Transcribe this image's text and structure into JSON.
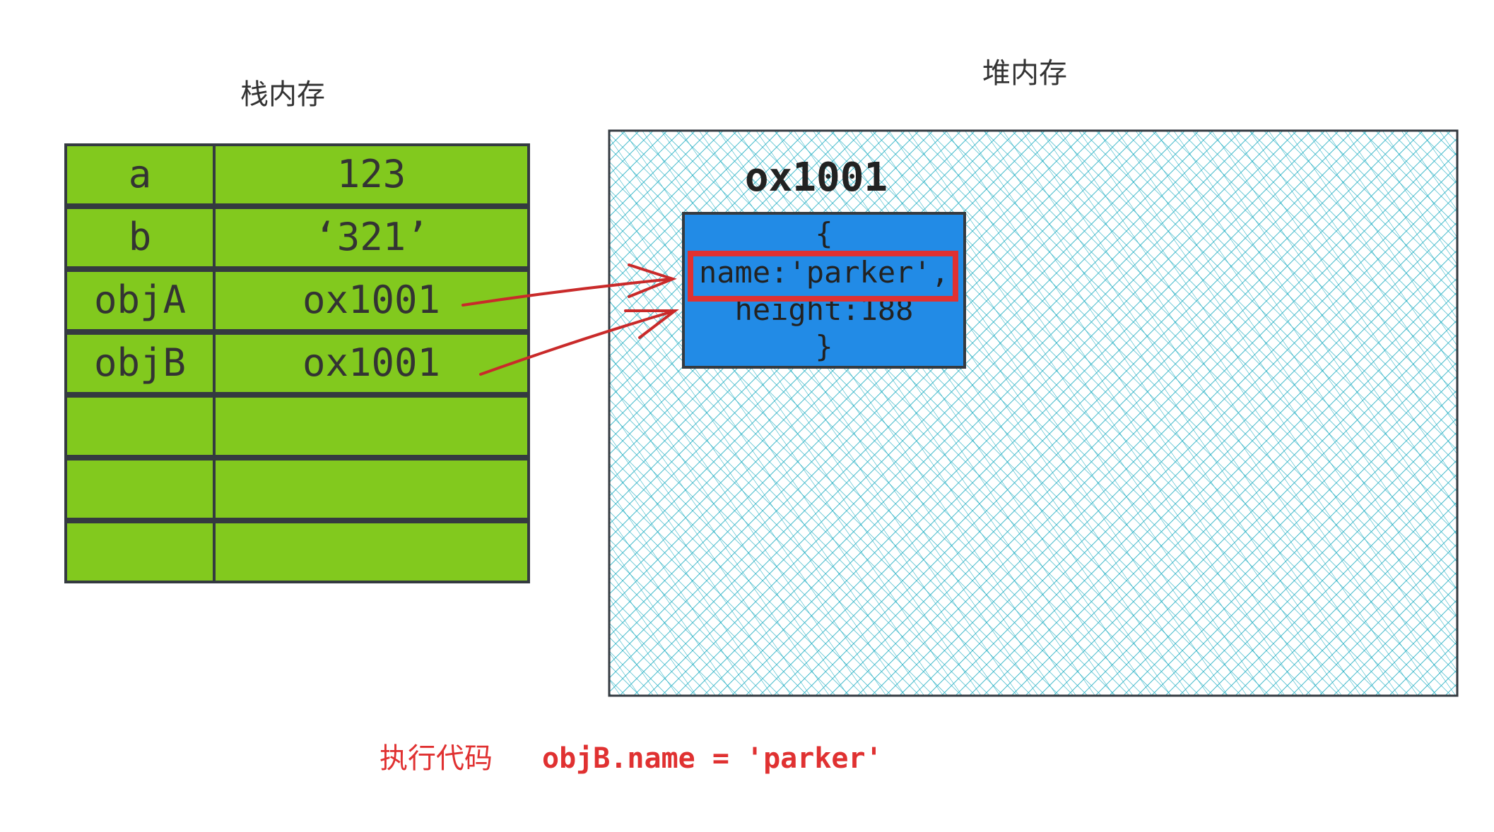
{
  "stack": {
    "title": "栈内存",
    "rows": [
      {
        "key": "a",
        "value": "123"
      },
      {
        "key": "b",
        "value": "‘321’"
      },
      {
        "key": "objA",
        "value": "ox1001"
      },
      {
        "key": "objB",
        "value": "ox1001"
      },
      {
        "key": "",
        "value": ""
      },
      {
        "key": "",
        "value": ""
      },
      {
        "key": "",
        "value": ""
      }
    ]
  },
  "heap": {
    "title": "堆内存",
    "address": "ox1001",
    "object_lines": [
      "{",
      "name:'parker',",
      "height:188",
      "}"
    ],
    "highlighted_line": "name:'parker',"
  },
  "caption": {
    "label": "执行代码",
    "code": "objB.name = 'parker'"
  },
  "colors": {
    "stack_fill": "#82c91e",
    "heap_hatch": "#15aabf",
    "object_fill": "#228be6",
    "highlight": "#e03131",
    "stroke": "#343a40"
  }
}
